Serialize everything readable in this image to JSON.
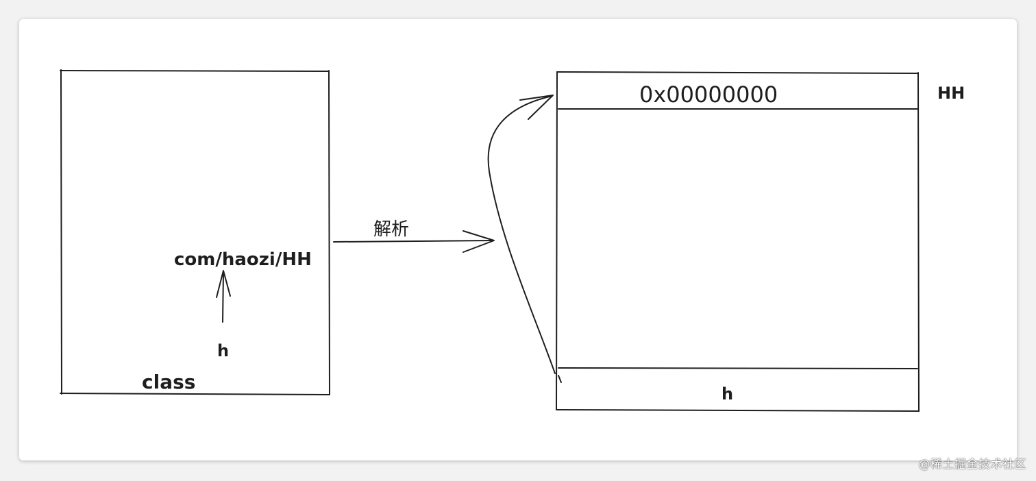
{
  "diagram": {
    "class_label": "class",
    "path_label": "com/haozi/HH",
    "ref_symbol": "h",
    "arrow_label": "解析",
    "address_value": "0x00000000",
    "object_label": "HH",
    "field_label": "h"
  },
  "watermark": "@稀土掘金技术社区",
  "colors": {
    "stroke": "#1e1e1e",
    "background": "#ffffff",
    "outer": "#f2f2f2"
  }
}
